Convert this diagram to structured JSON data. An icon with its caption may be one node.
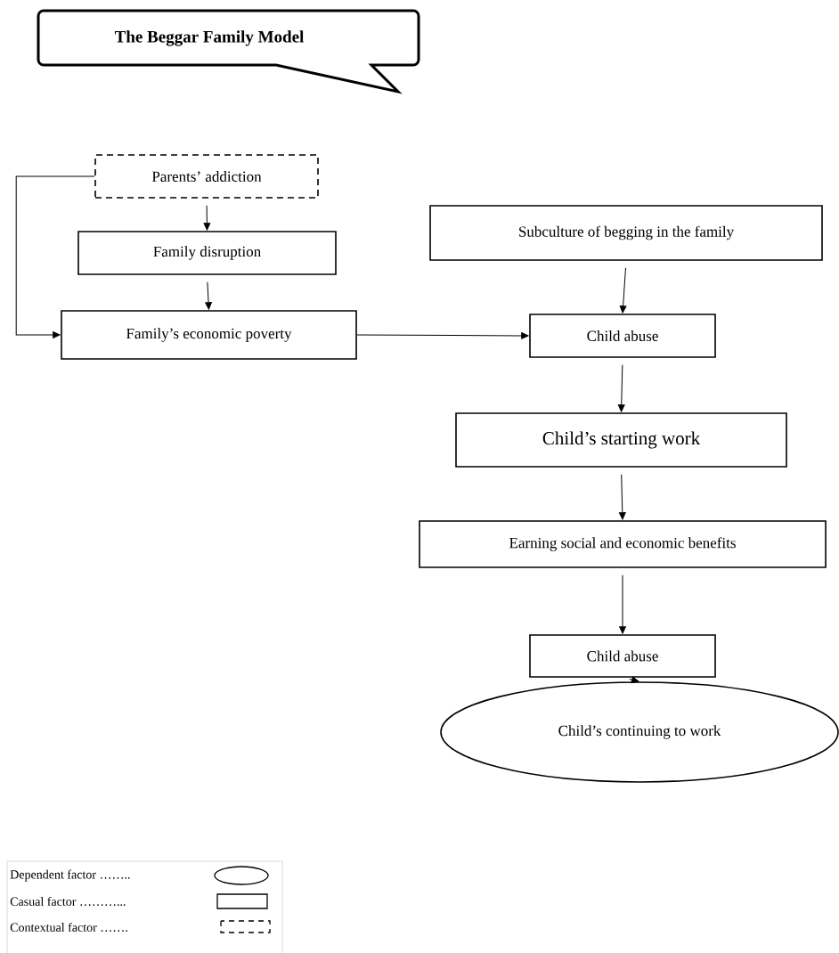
{
  "diagram": {
    "title": "The Beggar Family Model",
    "nodes": [
      {
        "text": [
          "Parents’ addiction"
        ]
      },
      {
        "text": [
          "Family disruption"
        ]
      },
      {
        "text": [
          "Family’s economic poverty"
        ]
      },
      {
        "text": [
          "Subculture of begging in the family"
        ]
      },
      {
        "text": [
          "Child abuse"
        ]
      },
      {
        "text": [
          "Child’s starting work"
        ]
      },
      {
        "text": [
          "Earning social and economic benefits"
        ]
      },
      {
        "text": [
          "Child abuse"
        ]
      },
      {
        "text": [
          "Child’s continuing to work"
        ]
      }
    ],
    "edges": [
      {
        "from": 0,
        "to": 1,
        "arrow": "to"
      },
      {
        "from": 1,
        "to": 2,
        "arrow": "to"
      },
      {
        "from": 0,
        "to": 2,
        "arrow": "to"
      },
      {
        "from": 2,
        "to": 4,
        "arrow": "to"
      },
      {
        "from": 3,
        "to": 4,
        "arrow": "to"
      },
      {
        "from": 4,
        "to": 5,
        "arrow": "to"
      },
      {
        "from": 5,
        "to": 6,
        "arrow": "to"
      },
      {
        "from": 6,
        "to": 7,
        "arrow": "to"
      },
      {
        "from": 7,
        "to": 8,
        "arrow": "to"
      }
    ],
    "legend": [
      {
        "text": "Dependent factor …….."
      },
      {
        "text": "Casual factor  ………..."
      },
      {
        "text": "Contextual factor  ……."
      }
    ]
  }
}
